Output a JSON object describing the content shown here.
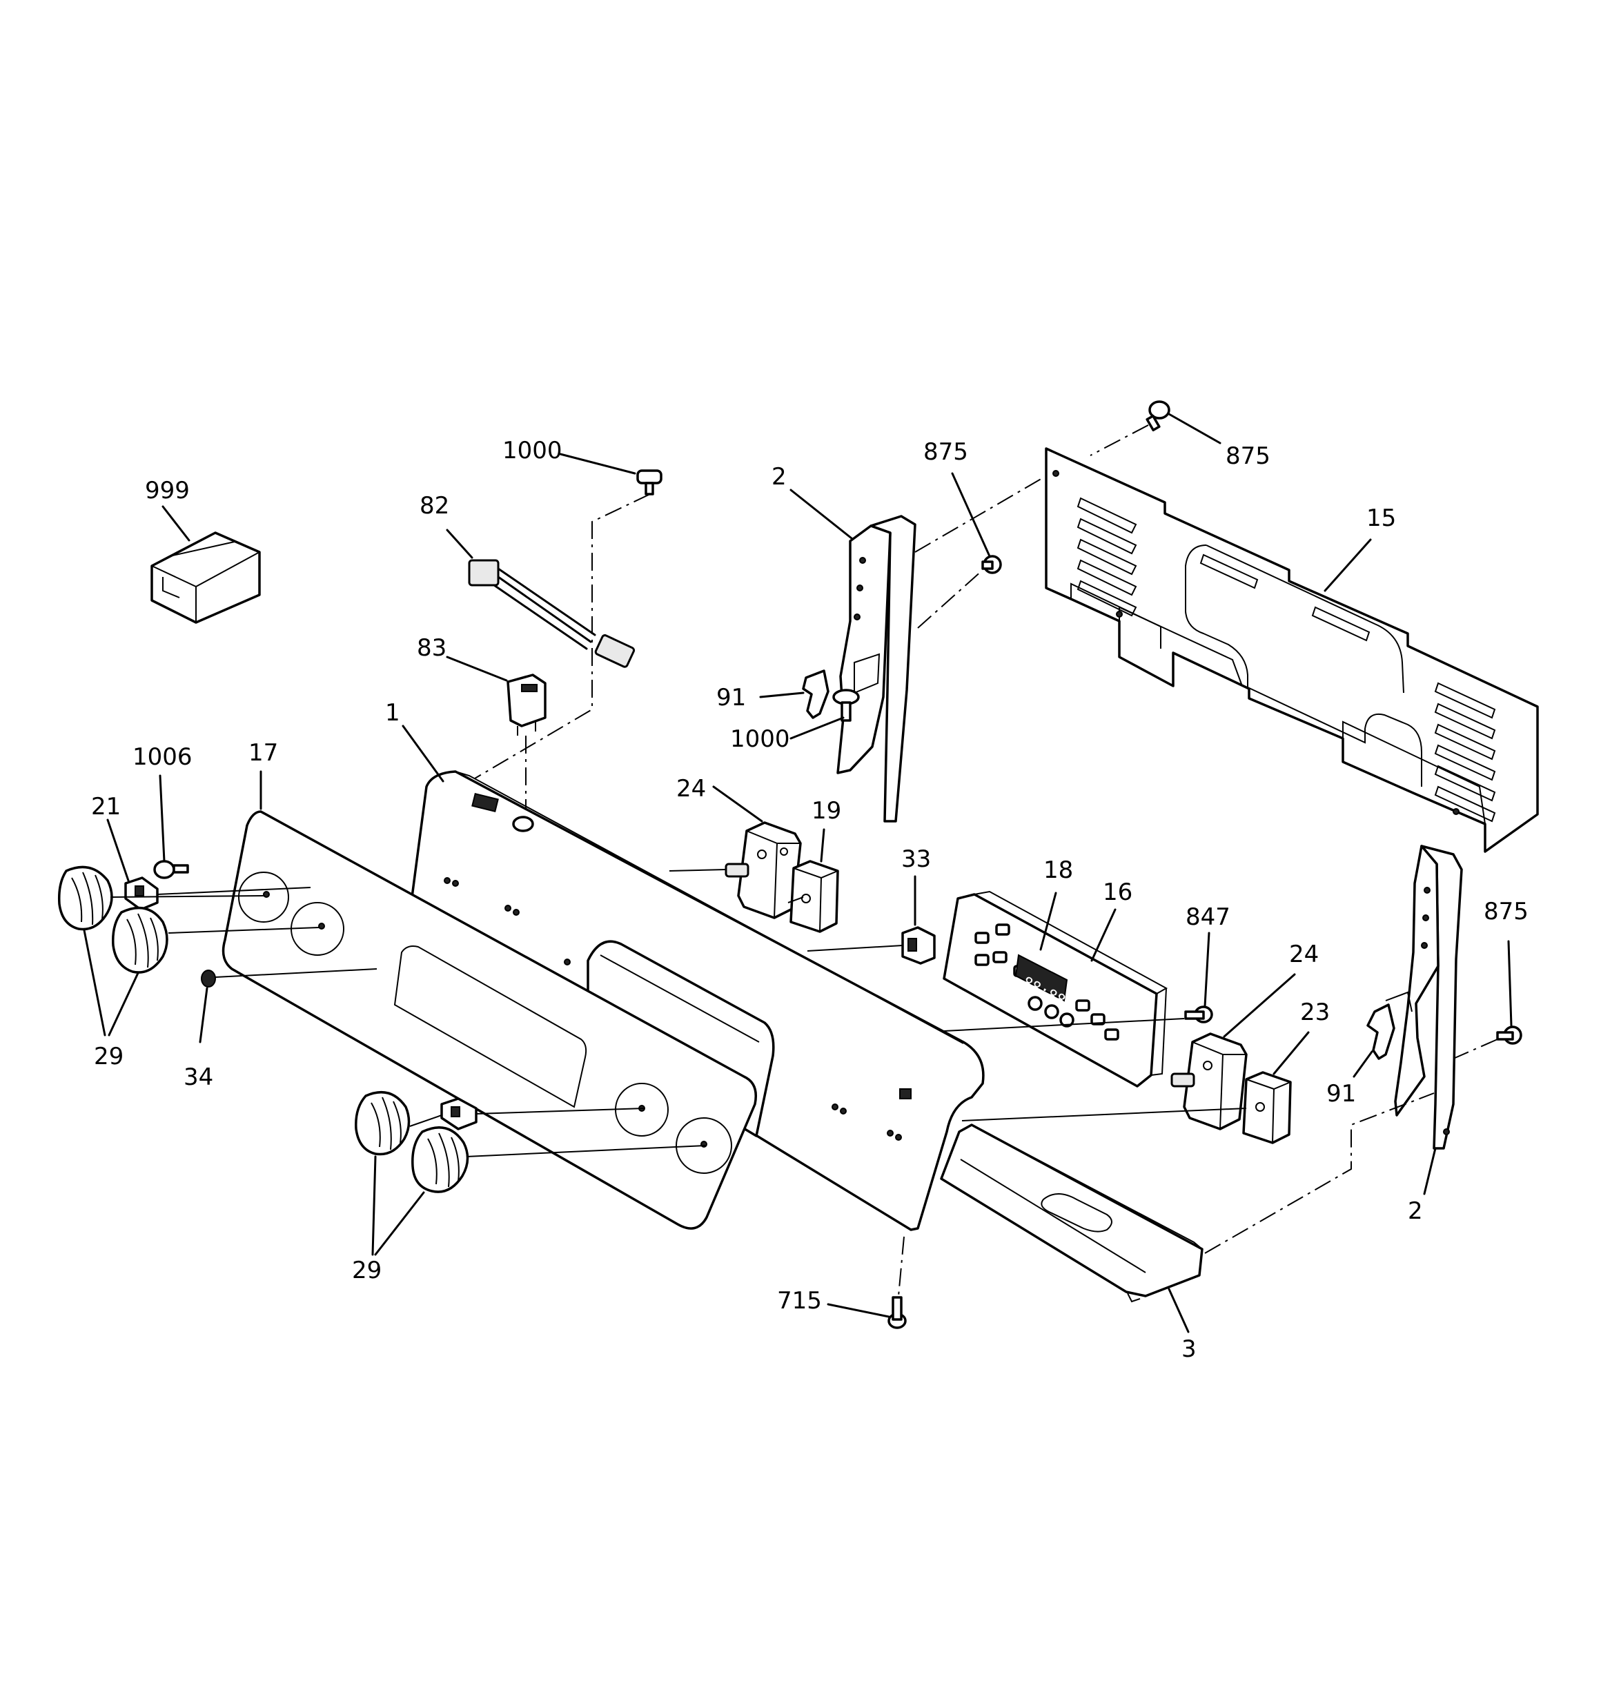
{
  "callouts": {
    "c999": "999",
    "c1000a": "1000",
    "c82": "82",
    "c83": "83",
    "c1": "1",
    "c2a": "2",
    "c875a": "875",
    "c875b": "875",
    "c15": "15",
    "c91a": "91",
    "c1000b": "1000",
    "c1006": "1006",
    "c17": "17",
    "c21": "21",
    "c24a": "24",
    "c19": "19",
    "c33": "33",
    "c18": "18",
    "c16": "16",
    "c847": "847",
    "c24b": "24",
    "c23": "23",
    "c875c": "875",
    "c91b": "91",
    "c29a": "29",
    "c34": "34",
    "c29b": "29",
    "c2b": "2",
    "c715": "715",
    "c3": "3"
  },
  "display": {
    "readout": "88:88"
  },
  "icons": {
    "knob": "control-knob-icon",
    "screw": "screw-icon",
    "switch": "rotary-switch-icon"
  }
}
